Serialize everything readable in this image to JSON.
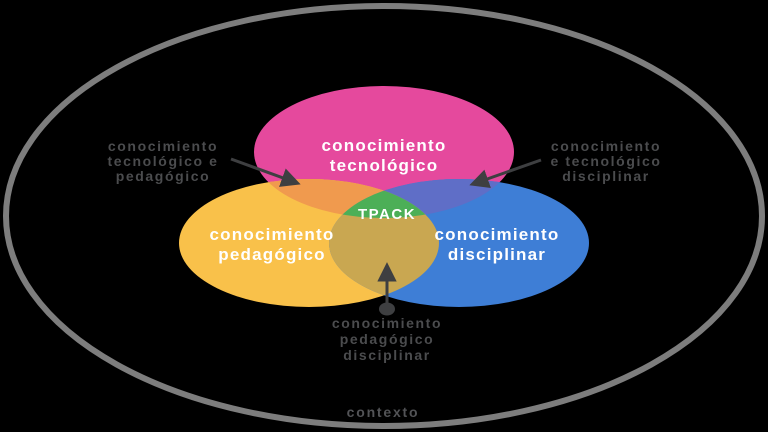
{
  "background_color": "#000000",
  "venn": {
    "context_label": "contexto",
    "outer_ellipse_color": "#7d7d7d",
    "arrow_color": "#3e3f41",
    "annotation_color": "#4b4c4e",
    "label_text_color": "#ffffff",
    "center": {
      "label": "TPACK",
      "color": "#4caf57"
    },
    "circles": [
      {
        "id": "conocimiento-tecnologico",
        "lines": [
          "conocimiento",
          "tecnológico"
        ],
        "color": "#e5499d"
      },
      {
        "id": "conocimiento-pedagogico",
        "lines": [
          "conocimiento",
          "pedagógico"
        ],
        "color": "#f9c14a"
      },
      {
        "id": "conocimiento-disciplinar",
        "lines": [
          "conocimiento",
          "disciplinar"
        ],
        "color": "#3e7ed6"
      }
    ],
    "overlap_colors": {
      "tech_ped": "#f09a4e",
      "tech_disc": "#5f6ec7",
      "ped_disc": "#c9a751"
    },
    "annotations": [
      {
        "id": "tecnologico-pedagogico",
        "lines": [
          "conocimiento",
          "tecnológico e",
          "pedagógico"
        ]
      },
      {
        "id": "tecnologico-disciplinar",
        "lines": [
          "conocimiento",
          "e tecnológico",
          "disciplinar"
        ]
      },
      {
        "id": "pedagogico-disciplinar",
        "lines": [
          "conocimiento",
          "pedagógico",
          "disciplinar"
        ]
      }
    ]
  }
}
